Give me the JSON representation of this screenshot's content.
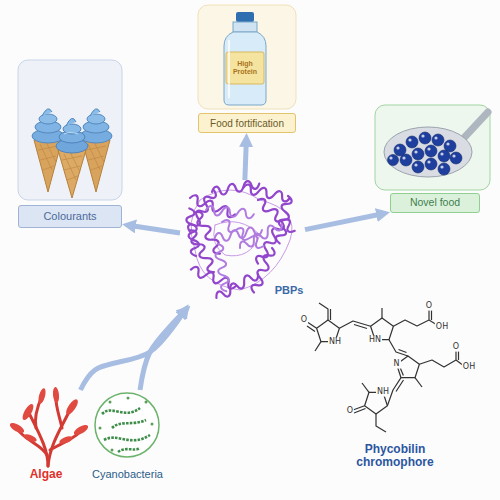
{
  "diagram": {
    "nodes": [
      {
        "text": [
          "Food fortification"
        ]
      },
      {
        "text": [
          "Colourants"
        ]
      },
      {
        "text": [
          "Novel food"
        ]
      },
      {
        "text": [
          "PBPs"
        ]
      },
      {
        "text": [
          "Algae"
        ]
      },
      {
        "text": [
          "Cyanobacteria"
        ]
      }
    ],
    "edges": [
      {
        "from": 3,
        "to": 0,
        "arrow": "to"
      },
      {
        "from": 3,
        "to": 1,
        "arrow": "to"
      },
      {
        "from": 3,
        "to": 2,
        "arrow": "to"
      },
      {
        "from": 4,
        "to": 3,
        "arrow": "to"
      },
      {
        "from": 5,
        "to": 3,
        "arrow": "to"
      }
    ],
    "labels": [
      "High Protein",
      "O",
      "NH",
      "HN",
      "O",
      "OH",
      "N",
      "O",
      "OH",
      "NH",
      "O",
      "Phycobilin chromophore"
    ]
  }
}
